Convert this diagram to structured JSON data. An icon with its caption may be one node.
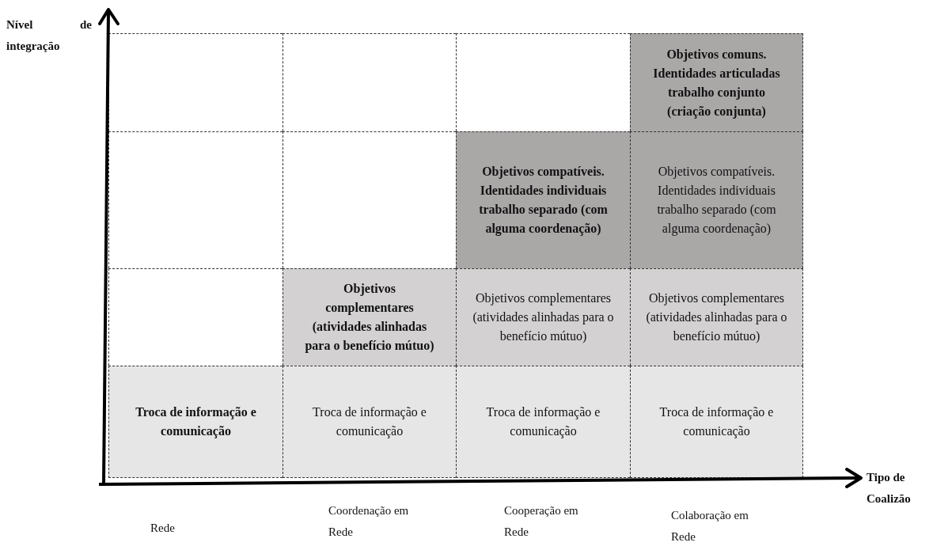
{
  "diagram": {
    "nodes": [
      {
        "text": [],
        "shape": "box"
      },
      {
        "text": [],
        "shape": "box"
      },
      {
        "text": [],
        "shape": "box"
      },
      {
        "text": [
          "Objetivos comuns. Identidades articuladas trabalho conjunto (criação conjunta)"
        ]
      },
      {
        "text": [],
        "shape": "box"
      },
      {
        "text": [],
        "shape": "box"
      },
      {
        "text": [
          "Objetivos compatíveis. Identidades individuais trabalho separado (com alguma coordenação)"
        ]
      },
      {
        "text": [
          "Objetivos compatíveis. Identidades individuais trabalho separado (com alguma coordenação)"
        ]
      },
      {
        "text": [],
        "shape": "box"
      },
      {
        "text": [
          "Objetivos complementares (atividades alinhadas para o benefício mútuo)"
        ]
      },
      {
        "text": [
          "Objetivos complementares (atividades alinhadas para o benefício mútuo)"
        ]
      },
      {
        "text": [
          "Objetivos complementares (atividades alinhadas para o benefício mútuo)"
        ]
      },
      {
        "text": [
          "Troca de informação e comunicação"
        ]
      },
      {
        "text": [
          "Troca de informação e comunicação"
        ]
      },
      {
        "text": [
          "Troca de informação e comunicação"
        ]
      },
      {
        "text": [
          "Troca de informação e comunicação"
        ]
      }
    ],
    "labels": [
      "Nível de integração",
      "Tipo de Coalizão",
      "Rede",
      "Coordenação em Rede",
      "Cooperação em Rede",
      "Colaboração em Rede"
    ]
  }
}
